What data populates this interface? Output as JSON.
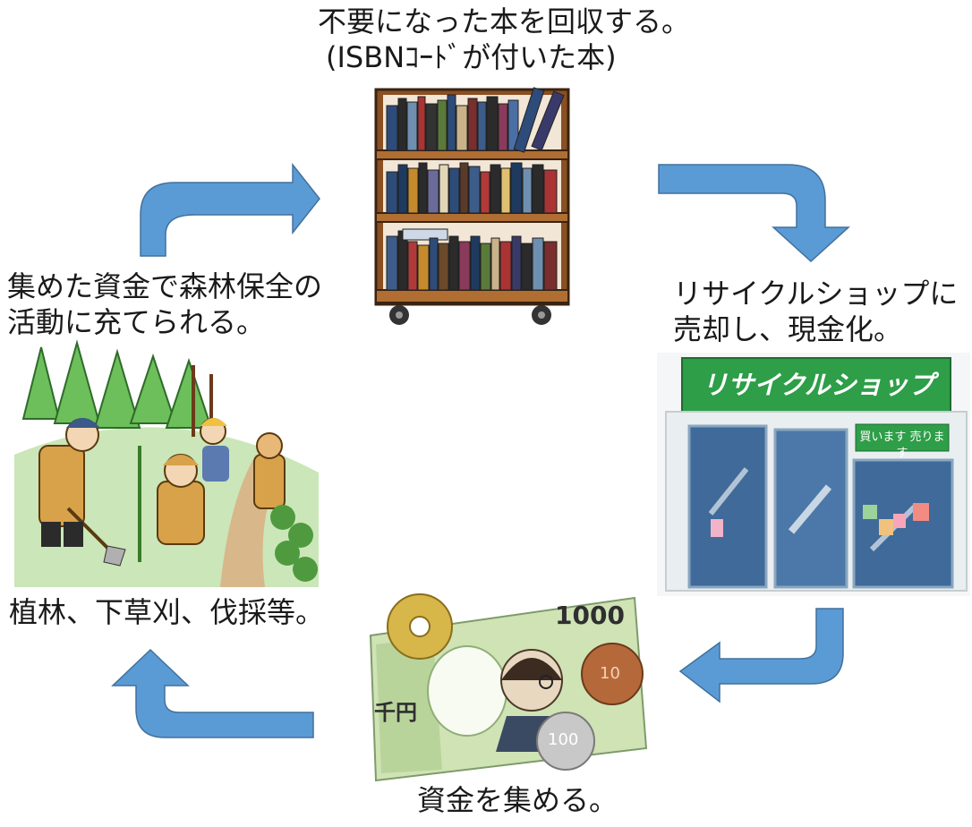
{
  "steps": {
    "collect": {
      "line1": "不要になった本を回収する。",
      "line2": "(ISBNｺｰﾄﾞが付いた本)"
    },
    "sell": {
      "line1": "リサイクルショップに",
      "line2": "売却し、現金化。",
      "shop_sign": "リサイクルショップ",
      "shop_banner": "買います 売ります"
    },
    "funds": {
      "line1": "資金を集める。",
      "note_value": "1000",
      "note_unit": "千円",
      "coin_100": "100",
      "coin_10": "10"
    },
    "forest": {
      "line1": "集めた資金で森林保全の",
      "line2": "活動に充てられる。",
      "caption": "植林、下草刈、伐採等。"
    }
  },
  "colors": {
    "arrow_fill": "#5b9bd5",
    "arrow_stroke": "#41719c",
    "shop_green": "#2e9e48",
    "wood": "#a0622d",
    "note_green": "#cfe3b5"
  },
  "icons": [
    "bookshelf-icon",
    "recycle-shop-icon",
    "money-icon",
    "forest-volunteers-icon"
  ]
}
